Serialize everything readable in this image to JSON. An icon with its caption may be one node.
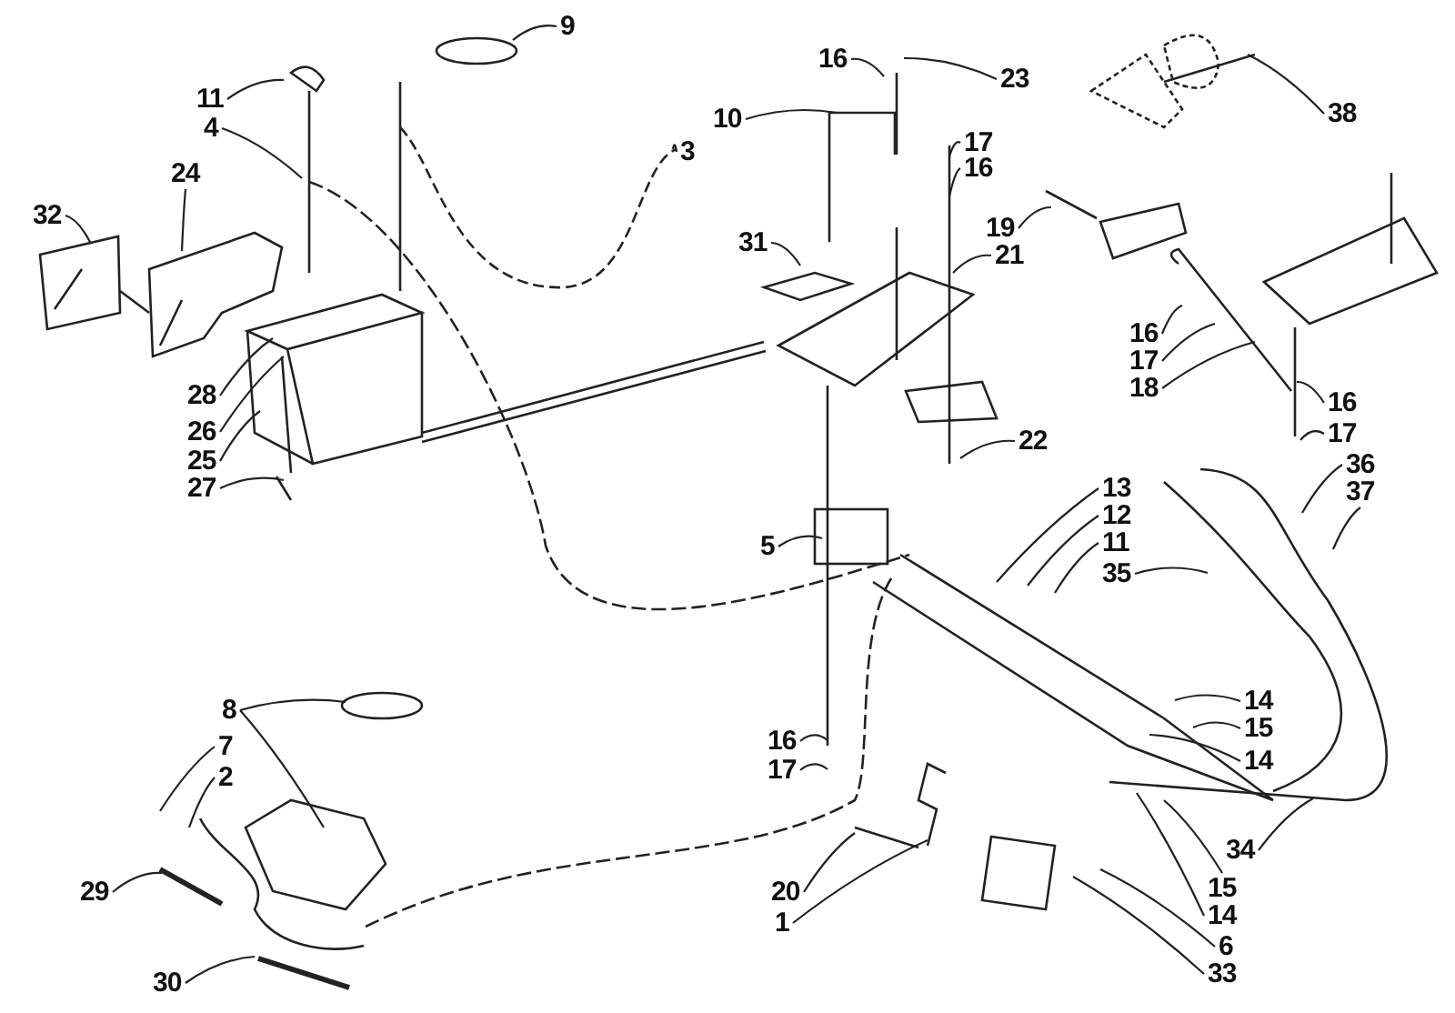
{
  "diagram": {
    "nodes": [
      {
        "text": [
          "9"
        ]
      },
      {
        "text": [
          "11"
        ]
      },
      {
        "text": [
          "4"
        ]
      },
      {
        "text": [
          "24"
        ]
      },
      {
        "text": [
          "3"
        ]
      },
      {
        "text": [
          "32"
        ]
      },
      {
        "text": [
          "28"
        ]
      },
      {
        "text": [
          "26"
        ]
      },
      {
        "text": [
          "25"
        ]
      },
      {
        "text": [
          "27"
        ]
      },
      {
        "text": [
          "16"
        ]
      },
      {
        "text": [
          "23"
        ]
      },
      {
        "text": [
          "10"
        ]
      },
      {
        "text": [
          "17"
        ]
      },
      {
        "text": [
          "16"
        ]
      },
      {
        "text": [
          "31"
        ]
      },
      {
        "text": [
          "21"
        ]
      },
      {
        "text": [
          "19"
        ]
      },
      {
        "text": [
          "22"
        ]
      },
      {
        "text": [
          "38"
        ]
      },
      {
        "text": [
          "16"
        ]
      },
      {
        "text": [
          "17"
        ]
      },
      {
        "text": [
          "18"
        ]
      },
      {
        "text": [
          "16"
        ]
      },
      {
        "text": [
          "17"
        ]
      },
      {
        "text": [
          "36"
        ]
      },
      {
        "text": [
          "37"
        ]
      },
      {
        "text": [
          "13"
        ]
      },
      {
        "text": [
          "12"
        ]
      },
      {
        "text": [
          "11"
        ]
      },
      {
        "text": [
          "5"
        ]
      },
      {
        "text": [
          "35"
        ]
      },
      {
        "text": [
          "14"
        ]
      },
      {
        "text": [
          "15"
        ]
      },
      {
        "text": [
          "14"
        ]
      },
      {
        "text": [
          "16"
        ]
      },
      {
        "text": [
          "17"
        ]
      },
      {
        "text": [
          "8"
        ]
      },
      {
        "text": [
          "7"
        ]
      },
      {
        "text": [
          "2"
        ]
      },
      {
        "text": [
          "29"
        ]
      },
      {
        "text": [
          "30"
        ]
      },
      {
        "text": [
          "34"
        ]
      },
      {
        "text": [
          "20"
        ]
      },
      {
        "text": [
          "15"
        ]
      },
      {
        "text": [
          "1"
        ]
      },
      {
        "text": [
          "14"
        ]
      },
      {
        "text": [
          "6"
        ]
      },
      {
        "text": [
          "33"
        ]
      }
    ],
    "edges": [
      {
        "from": 0,
        "to": null,
        "arrow": "none"
      },
      {
        "from": 1,
        "to": null,
        "arrow": "none"
      },
      {
        "from": 2,
        "to": null,
        "arrow": "none"
      },
      {
        "from": 3,
        "to": null,
        "arrow": "none"
      },
      {
        "from": 4,
        "to": null,
        "arrow": "none"
      },
      {
        "from": 5,
        "to": null,
        "arrow": "none"
      },
      {
        "from": 6,
        "to": null,
        "arrow": "none"
      },
      {
        "from": 7,
        "to": null,
        "arrow": "none"
      },
      {
        "from": 8,
        "to": null,
        "arrow": "none"
      },
      {
        "from": 9,
        "to": null,
        "arrow": "none"
      },
      {
        "from": 10,
        "to": null,
        "arrow": "none"
      },
      {
        "from": 11,
        "to": null,
        "arrow": "none"
      },
      {
        "from": 12,
        "to": null,
        "arrow": "none"
      },
      {
        "from": 13,
        "to": null,
        "arrow": "none"
      },
      {
        "from": 14,
        "to": null,
        "arrow": "none"
      },
      {
        "from": 15,
        "to": null,
        "arrow": "none"
      },
      {
        "from": 16,
        "to": null,
        "arrow": "none"
      },
      {
        "from": 17,
        "to": null,
        "arrow": "none"
      },
      {
        "from": 18,
        "to": null,
        "arrow": "none"
      },
      {
        "from": 19,
        "to": null,
        "arrow": "none"
      },
      {
        "from": 20,
        "to": null,
        "arrow": "none"
      },
      {
        "from": 21,
        "to": null,
        "arrow": "none"
      },
      {
        "from": 22,
        "to": null,
        "arrow": "none"
      },
      {
        "from": 23,
        "to": null,
        "arrow": "none"
      },
      {
        "from": 24,
        "to": null,
        "arrow": "none"
      },
      {
        "from": 25,
        "to": null,
        "arrow": "none"
      },
      {
        "from": 26,
        "to": null,
        "arrow": "none"
      },
      {
        "from": 27,
        "to": null,
        "arrow": "none"
      },
      {
        "from": 28,
        "to": null,
        "arrow": "none"
      },
      {
        "from": 29,
        "to": null,
        "arrow": "none"
      },
      {
        "from": 30,
        "to": null,
        "arrow": "none"
      },
      {
        "from": 31,
        "to": null,
        "arrow": "none"
      },
      {
        "from": 32,
        "to": null,
        "arrow": "none"
      },
      {
        "from": 33,
        "to": null,
        "arrow": "none"
      },
      {
        "from": 34,
        "to": null,
        "arrow": "none"
      },
      {
        "from": 35,
        "to": null,
        "arrow": "none"
      },
      {
        "from": 36,
        "to": null,
        "arrow": "none"
      },
      {
        "from": 37,
        "to": null,
        "arrow": "none"
      },
      {
        "from": 37,
        "to": null,
        "arrow": "none"
      },
      {
        "from": 38,
        "to": null,
        "arrow": "none"
      },
      {
        "from": 39,
        "to": null,
        "arrow": "none"
      },
      {
        "from": 40,
        "to": null,
        "arrow": "none"
      },
      {
        "from": 41,
        "to": null,
        "arrow": "none"
      },
      {
        "from": 42,
        "to": null,
        "arrow": "none"
      },
      {
        "from": 43,
        "to": null,
        "arrow": "none"
      },
      {
        "from": 44,
        "to": null,
        "arrow": "none"
      },
      {
        "from": 45,
        "to": null,
        "arrow": "none"
      },
      {
        "from": 46,
        "to": null,
        "arrow": "none"
      },
      {
        "from": 47,
        "to": null,
        "arrow": "none"
      },
      {
        "from": 48,
        "to": null,
        "arrow": "none"
      }
    ]
  }
}
